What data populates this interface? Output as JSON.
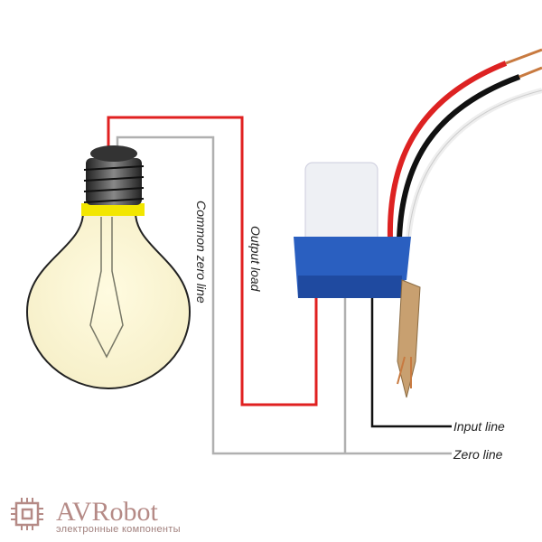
{
  "labels": {
    "common_zero_line": "Common zero line",
    "output_load": "Output load",
    "input_line": "Input line",
    "zero_line": "Zero line"
  },
  "logo": {
    "title": "AVRobot",
    "subtitle": "электронные компоненты"
  },
  "colors": {
    "live": "#e02020",
    "neutral": "#b0b0b0",
    "input": "#111111",
    "sensor_base": "#2a5fc0",
    "logo": "#b58a86"
  }
}
